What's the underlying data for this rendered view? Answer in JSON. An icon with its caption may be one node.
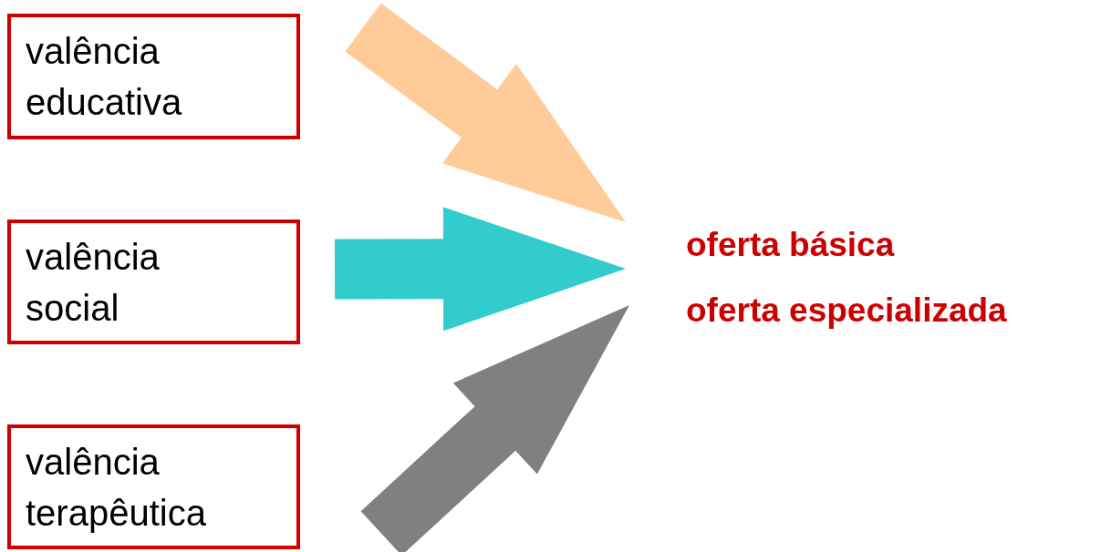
{
  "diagram": {
    "nodes": [
      {
        "text": [
          "valência educativa"
        ]
      },
      {
        "text": [
          "valência social"
        ]
      },
      {
        "text": [
          "valência terapêutica"
        ]
      },
      {
        "text": [
          "oferta básica",
          "oferta especializada"
        ]
      }
    ],
    "edges": [
      {
        "from": 0,
        "to": 3,
        "arrow": "to",
        "style": "thick",
        "color": "#ffcc99"
      },
      {
        "from": 1,
        "to": 3,
        "arrow": "to",
        "style": "thick",
        "color": "#33cccc"
      },
      {
        "from": 2,
        "to": 3,
        "arrow": "to",
        "style": "thick",
        "color": "#808080"
      }
    ]
  }
}
